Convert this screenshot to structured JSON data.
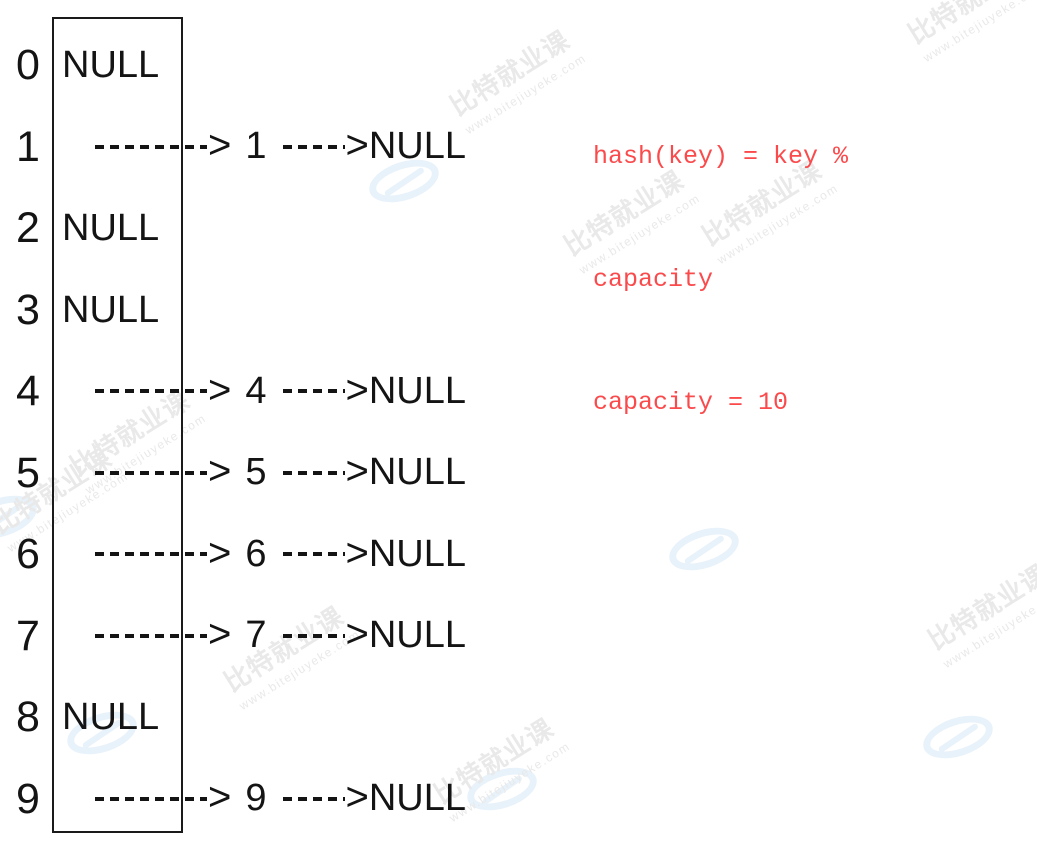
{
  "diagram": {
    "title": "hash-table-separate-chaining",
    "colors": {
      "stroke": "#141414",
      "note": "#fb4a4c",
      "watermark": "#e9e9e9",
      "watermark_logo": "#e8f2fa"
    },
    "null_label": "NULL",
    "arrow_head": ">",
    "buckets": [
      {
        "index": "0",
        "empty": true,
        "node": "",
        "tail": "NULL"
      },
      {
        "index": "1",
        "empty": false,
        "node": "1",
        "tail": "NULL"
      },
      {
        "index": "2",
        "empty": true,
        "node": "",
        "tail": "NULL"
      },
      {
        "index": "3",
        "empty": true,
        "node": "",
        "tail": "NULL"
      },
      {
        "index": "4",
        "empty": false,
        "node": "4",
        "tail": "NULL"
      },
      {
        "index": "5",
        "empty": false,
        "node": "5",
        "tail": "NULL"
      },
      {
        "index": "6",
        "empty": false,
        "node": "6",
        "tail": "NULL"
      },
      {
        "index": "7",
        "empty": false,
        "node": "7",
        "tail": "NULL"
      },
      {
        "index": "8",
        "empty": true,
        "node": "",
        "tail": "NULL"
      },
      {
        "index": "9",
        "empty": false,
        "node": "9",
        "tail": "NULL"
      }
    ]
  },
  "note": {
    "line1": "hash(key) = key %",
    "line2": "capacity",
    "line3": "capacity = 10"
  },
  "watermark": {
    "cn": "比特就业课",
    "url": "www.bitejiuyeke.com"
  }
}
